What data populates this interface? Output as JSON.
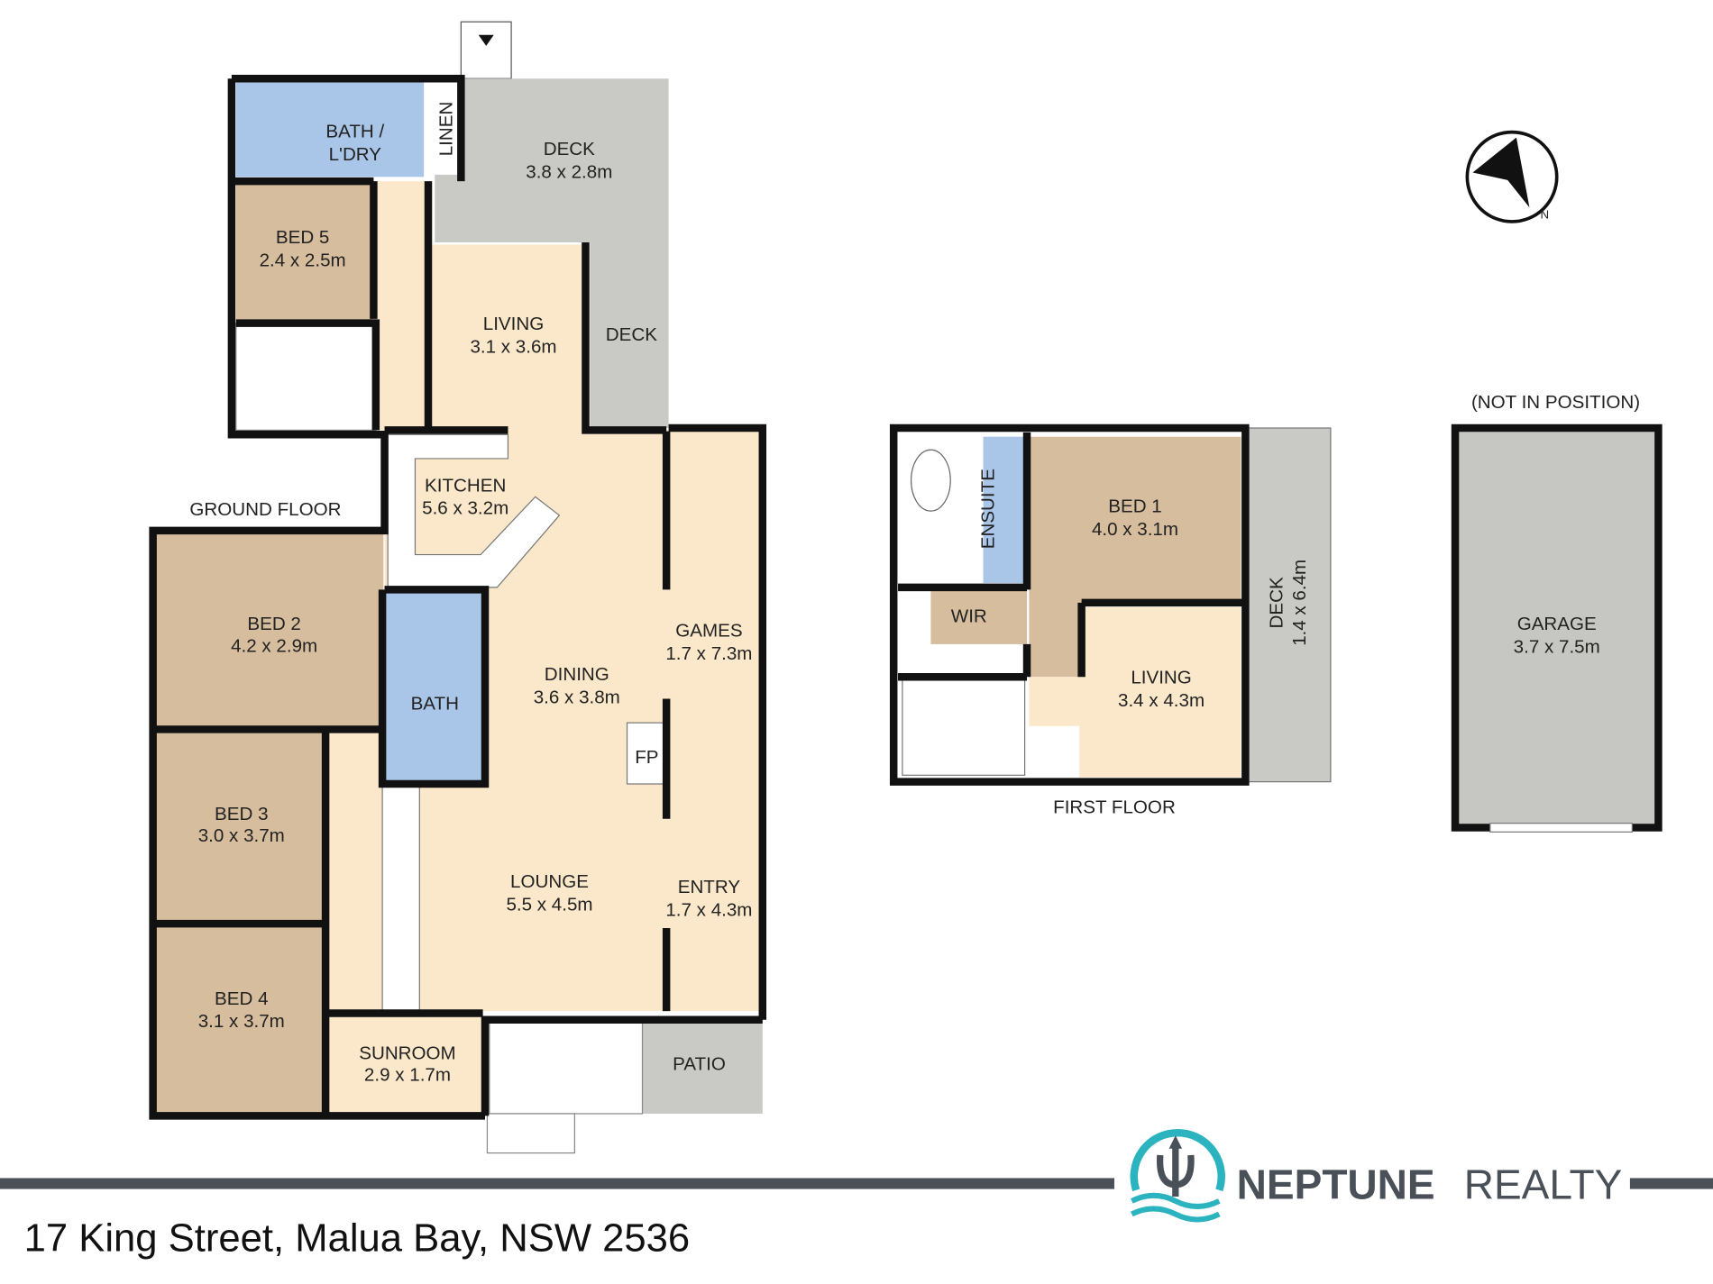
{
  "address": "17 King Street, Malua Bay, NSW 2536",
  "brand": {
    "name_bold": "NEPTUNE",
    "name_light": "REALTY",
    "accent": "#2bb3bf",
    "dark": "#4a5058"
  },
  "colors": {
    "living": "#fbe8ca",
    "bedroom": "#d6bd9d",
    "wet": "#a9c5e8",
    "outdoor": "#c9c9c5"
  },
  "compass": {
    "icon": "north-arrow-icon",
    "label": "N"
  },
  "ground_floor": {
    "title": "GROUND FLOOR",
    "rooms": [
      {
        "name": "BATH /",
        "name2": "L'DRY"
      },
      {
        "name": "LINEN"
      },
      {
        "name": "DECK",
        "size": "3.8 x 2.8m"
      },
      {
        "name": "BED 5",
        "size": "2.4 x 2.5m"
      },
      {
        "name": "LIVING",
        "size": "3.1 x 3.6m"
      },
      {
        "name": "DECK"
      },
      {
        "name": "KITCHEN",
        "size": "5.6 x 3.2m"
      },
      {
        "name": "BED 2",
        "size": "4.2 x 2.9m"
      },
      {
        "name": "BATH"
      },
      {
        "name": "GAMES",
        "size": "1.7 x 7.3m"
      },
      {
        "name": "DINING",
        "size": "3.6 x 3.8m"
      },
      {
        "name": "FP"
      },
      {
        "name": "BED 3",
        "size": "3.0 x 3.7m"
      },
      {
        "name": "LOUNGE",
        "size": "5.5 x 4.5m"
      },
      {
        "name": "ENTRY",
        "size": "1.7 x 4.3m"
      },
      {
        "name": "BED 4",
        "size": "3.1 x 3.7m"
      },
      {
        "name": "SUNROOM",
        "size": "2.9 x 1.7m"
      },
      {
        "name": "PATIO"
      }
    ]
  },
  "first_floor": {
    "title": "FIRST FLOOR",
    "rooms": [
      {
        "name": "ENSUITE"
      },
      {
        "name": "BED 1",
        "size": "4.0 x 3.1m"
      },
      {
        "name": "WIR"
      },
      {
        "name": "LIVING",
        "size": "3.4 x 4.3m"
      },
      {
        "name": "DECK",
        "size": "1.4 x 6.4m"
      }
    ]
  },
  "garage": {
    "note": "(NOT IN POSITION)",
    "name": "GARAGE",
    "size": "3.7 x 7.5m"
  }
}
